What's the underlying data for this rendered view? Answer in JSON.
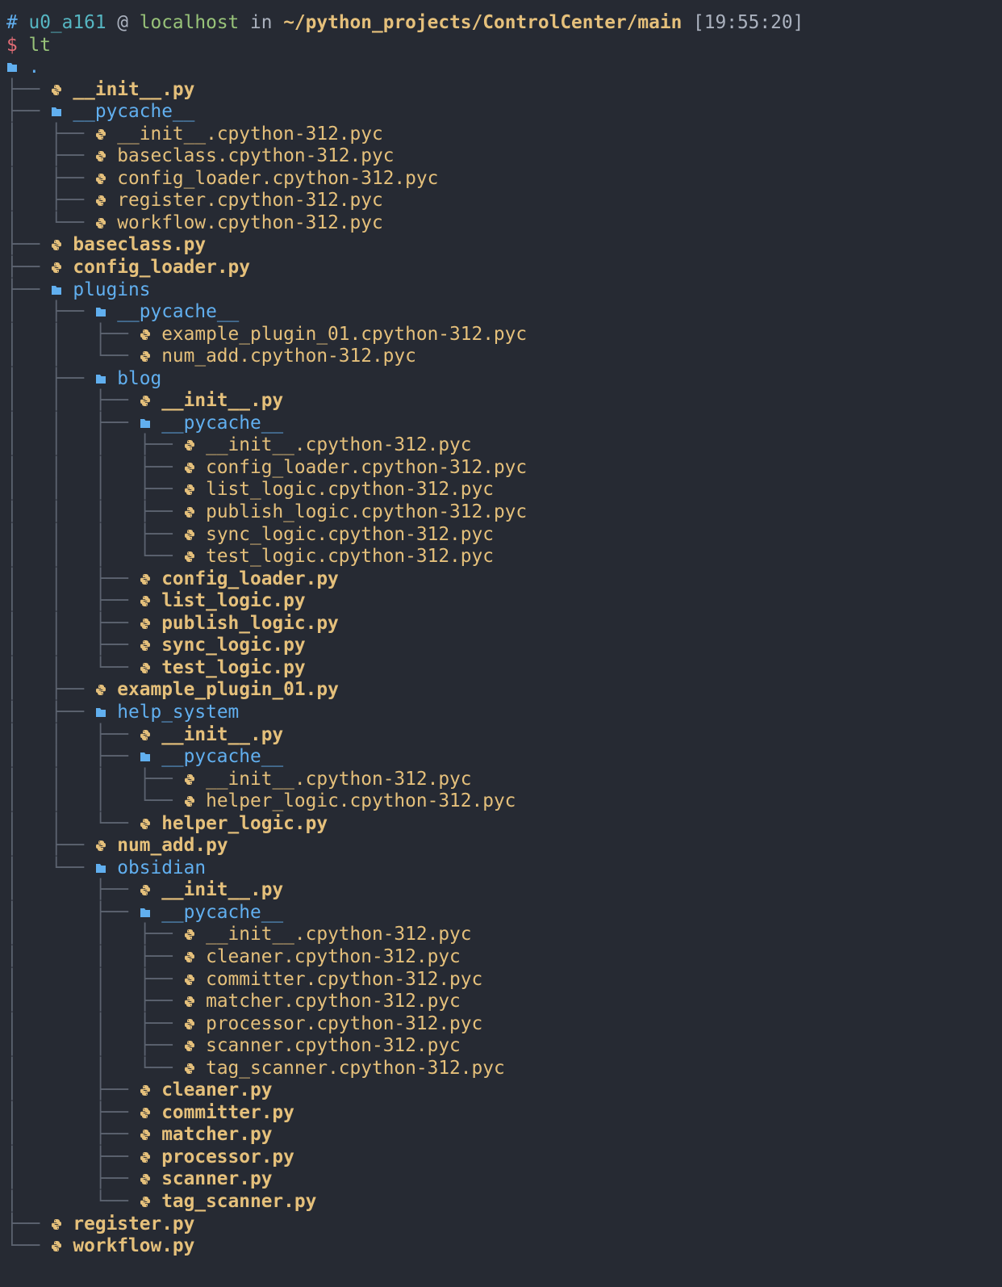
{
  "prompt": {
    "hash": "#",
    "user": "u0_a161",
    "at": "@",
    "host": "localhost",
    "in": "in",
    "path": "~/python_projects/ControlCenter/main",
    "time": "[19:55:20]",
    "dollar": "$",
    "command": "lt"
  },
  "colors": {
    "folder": "#61afef",
    "python": "#e5c07b",
    "tree": "#5c6370"
  },
  "tree": [
    {
      "d": 0,
      "name": ".",
      "type": "dir"
    },
    {
      "d": 1,
      "name": "__init__.py",
      "type": "py"
    },
    {
      "d": 1,
      "name": "__pycache__",
      "type": "dir"
    },
    {
      "d": 2,
      "name": "__init__.cpython-312.pyc",
      "type": "pyc"
    },
    {
      "d": 2,
      "name": "baseclass.cpython-312.pyc",
      "type": "pyc"
    },
    {
      "d": 2,
      "name": "config_loader.cpython-312.pyc",
      "type": "pyc"
    },
    {
      "d": 2,
      "name": "register.cpython-312.pyc",
      "type": "pyc"
    },
    {
      "d": 2,
      "name": "workflow.cpython-312.pyc",
      "type": "pyc"
    },
    {
      "d": 1,
      "name": "baseclass.py",
      "type": "py"
    },
    {
      "d": 1,
      "name": "config_loader.py",
      "type": "py"
    },
    {
      "d": 1,
      "name": "plugins",
      "type": "dir"
    },
    {
      "d": 2,
      "name": "__pycache__",
      "type": "dir"
    },
    {
      "d": 3,
      "name": "example_plugin_01.cpython-312.pyc",
      "type": "pyc"
    },
    {
      "d": 3,
      "name": "num_add.cpython-312.pyc",
      "type": "pyc"
    },
    {
      "d": 2,
      "name": "blog",
      "type": "dir"
    },
    {
      "d": 3,
      "name": "__init__.py",
      "type": "py"
    },
    {
      "d": 3,
      "name": "__pycache__",
      "type": "dir"
    },
    {
      "d": 4,
      "name": "__init__.cpython-312.pyc",
      "type": "pyc"
    },
    {
      "d": 4,
      "name": "config_loader.cpython-312.pyc",
      "type": "pyc"
    },
    {
      "d": 4,
      "name": "list_logic.cpython-312.pyc",
      "type": "pyc"
    },
    {
      "d": 4,
      "name": "publish_logic.cpython-312.pyc",
      "type": "pyc"
    },
    {
      "d": 4,
      "name": "sync_logic.cpython-312.pyc",
      "type": "pyc"
    },
    {
      "d": 4,
      "name": "test_logic.cpython-312.pyc",
      "type": "pyc"
    },
    {
      "d": 3,
      "name": "config_loader.py",
      "type": "py"
    },
    {
      "d": 3,
      "name": "list_logic.py",
      "type": "py"
    },
    {
      "d": 3,
      "name": "publish_logic.py",
      "type": "py"
    },
    {
      "d": 3,
      "name": "sync_logic.py",
      "type": "py"
    },
    {
      "d": 3,
      "name": "test_logic.py",
      "type": "py"
    },
    {
      "d": 2,
      "name": "example_plugin_01.py",
      "type": "py"
    },
    {
      "d": 2,
      "name": "help_system",
      "type": "dir"
    },
    {
      "d": 3,
      "name": "__init__.py",
      "type": "py"
    },
    {
      "d": 3,
      "name": "__pycache__",
      "type": "dir"
    },
    {
      "d": 4,
      "name": "__init__.cpython-312.pyc",
      "type": "pyc"
    },
    {
      "d": 4,
      "name": "helper_logic.cpython-312.pyc",
      "type": "pyc"
    },
    {
      "d": 3,
      "name": "helper_logic.py",
      "type": "py"
    },
    {
      "d": 2,
      "name": "num_add.py",
      "type": "py"
    },
    {
      "d": 2,
      "name": "obsidian",
      "type": "dir"
    },
    {
      "d": 3,
      "name": "__init__.py",
      "type": "py"
    },
    {
      "d": 3,
      "name": "__pycache__",
      "type": "dir"
    },
    {
      "d": 4,
      "name": "__init__.cpython-312.pyc",
      "type": "pyc"
    },
    {
      "d": 4,
      "name": "cleaner.cpython-312.pyc",
      "type": "pyc"
    },
    {
      "d": 4,
      "name": "committer.cpython-312.pyc",
      "type": "pyc"
    },
    {
      "d": 4,
      "name": "matcher.cpython-312.pyc",
      "type": "pyc"
    },
    {
      "d": 4,
      "name": "processor.cpython-312.pyc",
      "type": "pyc"
    },
    {
      "d": 4,
      "name": "scanner.cpython-312.pyc",
      "type": "pyc"
    },
    {
      "d": 4,
      "name": "tag_scanner.cpython-312.pyc",
      "type": "pyc"
    },
    {
      "d": 3,
      "name": "cleaner.py",
      "type": "py"
    },
    {
      "d": 3,
      "name": "committer.py",
      "type": "py"
    },
    {
      "d": 3,
      "name": "matcher.py",
      "type": "py"
    },
    {
      "d": 3,
      "name": "processor.py",
      "type": "py"
    },
    {
      "d": 3,
      "name": "scanner.py",
      "type": "py"
    },
    {
      "d": 3,
      "name": "tag_scanner.py",
      "type": "py"
    },
    {
      "d": 1,
      "name": "register.py",
      "type": "py"
    },
    {
      "d": 1,
      "name": "workflow.py",
      "type": "py"
    }
  ]
}
